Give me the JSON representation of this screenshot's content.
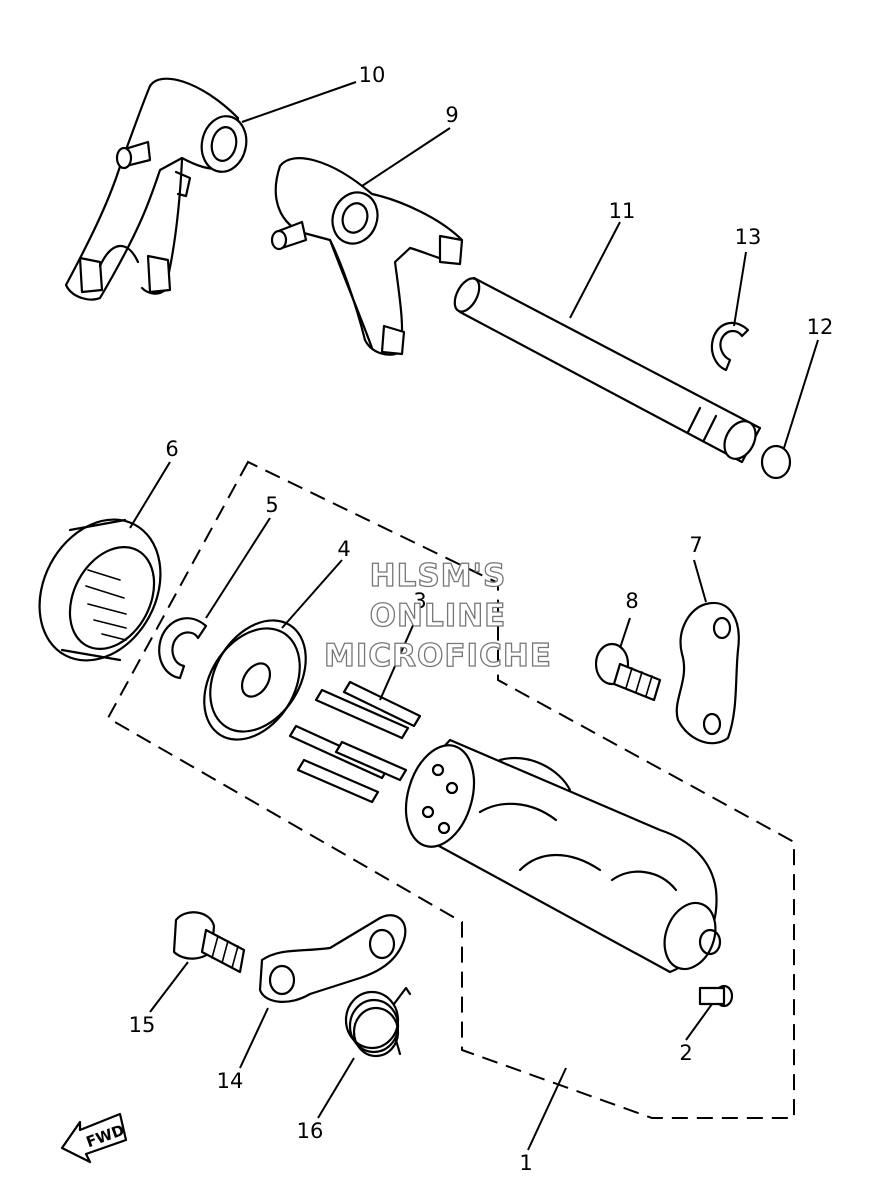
{
  "callouts": [
    {
      "id": "1",
      "label": "1"
    },
    {
      "id": "2",
      "label": "2"
    },
    {
      "id": "3",
      "label": "3"
    },
    {
      "id": "4",
      "label": "4"
    },
    {
      "id": "5",
      "label": "5"
    },
    {
      "id": "6",
      "label": "6"
    },
    {
      "id": "7",
      "label": "7"
    },
    {
      "id": "8",
      "label": "8"
    },
    {
      "id": "9",
      "label": "9"
    },
    {
      "id": "10",
      "label": "10"
    },
    {
      "id": "11",
      "label": "11"
    },
    {
      "id": "12",
      "label": "12"
    },
    {
      "id": "13",
      "label": "13"
    },
    {
      "id": "14",
      "label": "14"
    },
    {
      "id": "15",
      "label": "15"
    },
    {
      "id": "16",
      "label": "16"
    }
  ],
  "watermark": {
    "line1": "HLSM'S",
    "line2": "ONLINE",
    "line3": "MICROFICHE"
  },
  "direction_arrow": {
    "label": "FWD"
  }
}
